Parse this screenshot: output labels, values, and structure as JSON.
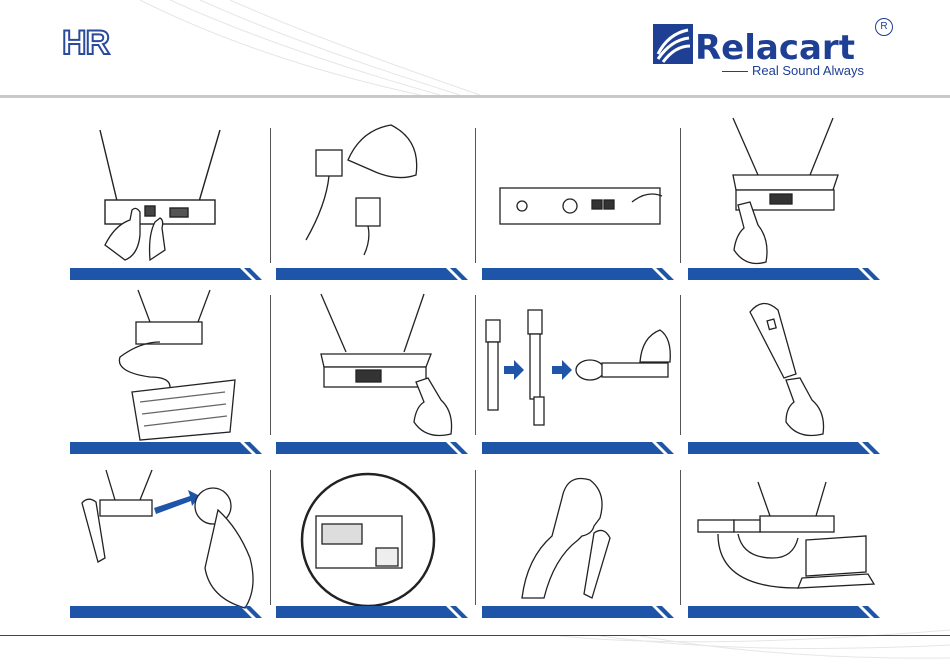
{
  "header": {
    "model_mark": "HR",
    "brand_name": "Relacart",
    "registered_mark": "R",
    "tagline": "Real Sound Always"
  },
  "colors": {
    "brand_blue": "#1e3f94",
    "band_blue": "#1f55a8",
    "line_gray": "#c9c9c9",
    "ink": "#222222"
  },
  "icons": [
    "relacart-logo-icon",
    "receiver-icon",
    "power-adapter-icon",
    "microphone-icon",
    "mixer-icon",
    "laptop-icon",
    "hand-icon",
    "arrow-right-icon",
    "person-icon"
  ]
}
